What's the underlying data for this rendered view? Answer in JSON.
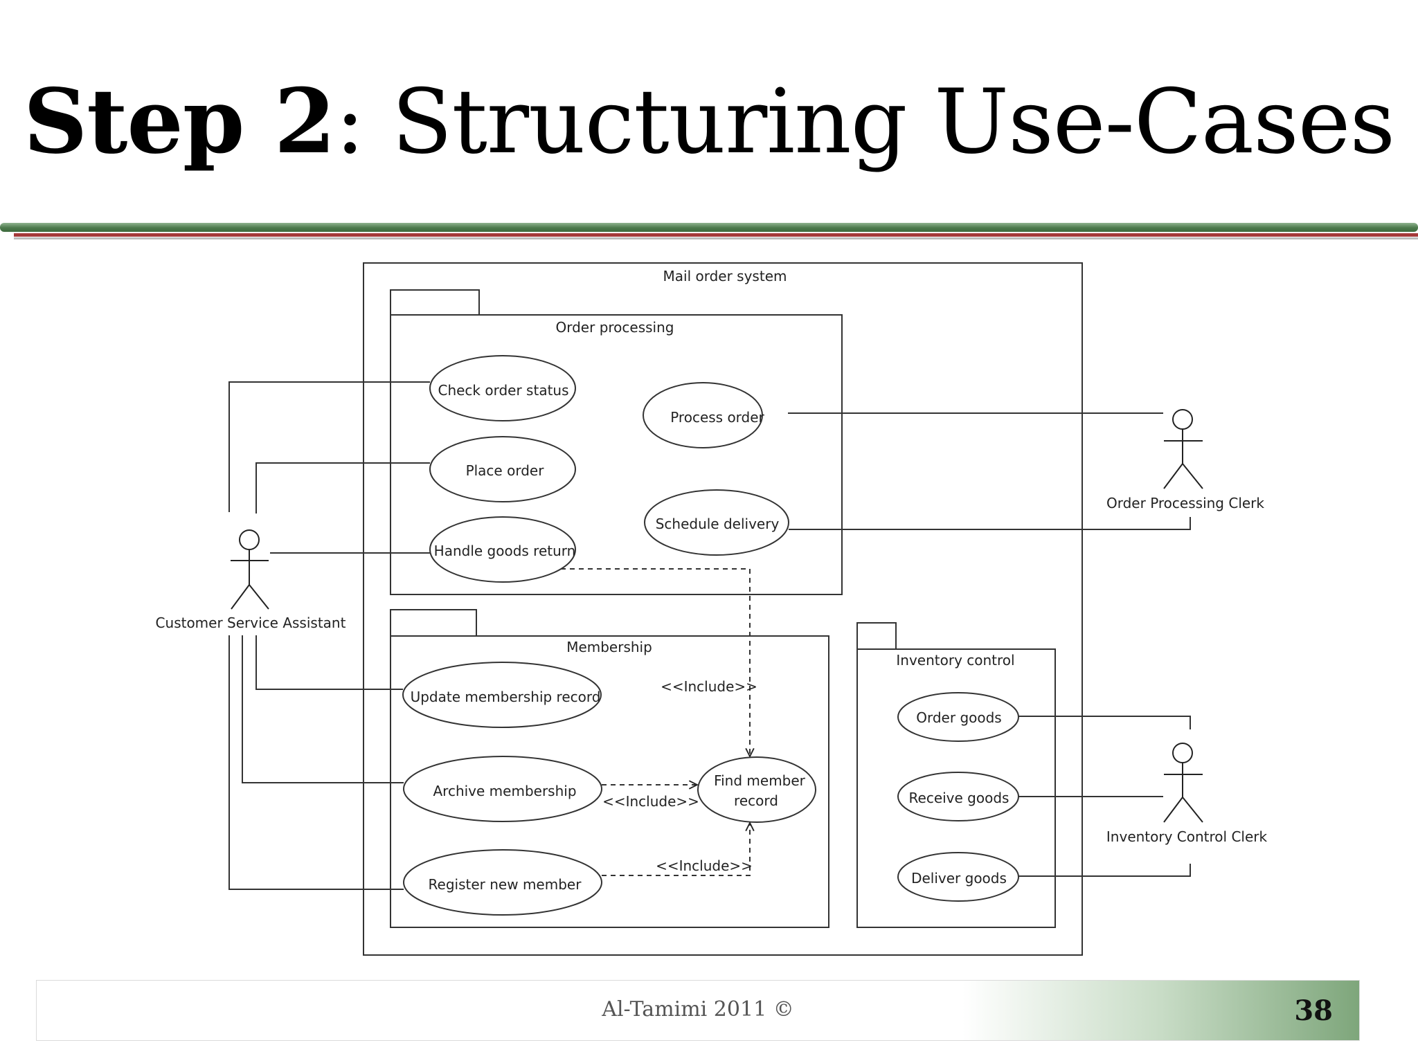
{
  "slide": {
    "title_bold": "Step 2",
    "title_rest": ": Structuring Use-Cases",
    "footer_credit": "Al-Tamimi 2011 ©",
    "page_number": "38"
  },
  "diagram": {
    "system_label": "Mail order system",
    "packages": {
      "order_processing": "Order processing",
      "membership": "Membership",
      "inventory_control": "Inventory control"
    },
    "use_cases": {
      "check_order_status": "Check order status",
      "place_order": "Place order",
      "handle_goods_return": "Handle goods return",
      "process_order": "Process order",
      "schedule_delivery": "Schedule delivery",
      "update_membership_record": "Update membership record",
      "archive_membership": "Archive membership",
      "register_new_member": "Register new member",
      "find_member_record_line1": "Find member",
      "find_member_record_line2": "record",
      "order_goods": "Order goods",
      "receive_goods": "Receive goods",
      "deliver_goods": "Deliver goods"
    },
    "actors": {
      "customer_service_assistant": "Customer Service Assistant",
      "order_processing_clerk": "Order Processing Clerk",
      "inventory_control_clerk": "Inventory Control Clerk"
    },
    "relations": {
      "include_label": "<<Include>>"
    }
  }
}
